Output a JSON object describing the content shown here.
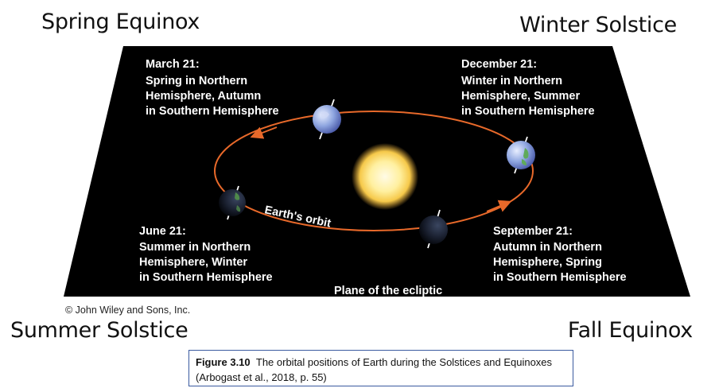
{
  "corners": {
    "top_left": "Spring Equinox",
    "top_right": "Winter Solstice",
    "bottom_left": "Summer Solstice",
    "bottom_right": "Fall Equinox"
  },
  "labels": {
    "march": {
      "date": "March 21:",
      "lines": [
        "Spring in Northern",
        "Hemisphere, Autumn",
        "in Southern Hemisphere"
      ]
    },
    "december": {
      "date": "December 21:",
      "lines": [
        "Winter in Northern",
        "Hemisphere, Summer",
        "in Southern Hemisphere"
      ]
    },
    "june": {
      "date": "June 21:",
      "lines": [
        "Summer in Northern",
        "Hemisphere, Winter",
        "in Southern Hemisphere"
      ]
    },
    "september": {
      "date": "September 21:",
      "lines": [
        "Autumn in Northern",
        "Hemisphere, Spring",
        "in Southern Hemisphere"
      ]
    },
    "orbit": "Earth's orbit",
    "plane": "Plane of the ecliptic"
  },
  "copyright": "© John Wiley and Sons, Inc.",
  "caption": {
    "figure": "Figure 3.10",
    "text": "The orbital positions of Earth during the Solstices and Equinoxes (Arbogast et al., 2018, p. 55)"
  },
  "colors": {
    "plane": "#000000",
    "orbit": "#e8692a",
    "sun": "#fff6c8",
    "caption_border": "#3a5aa0"
  }
}
